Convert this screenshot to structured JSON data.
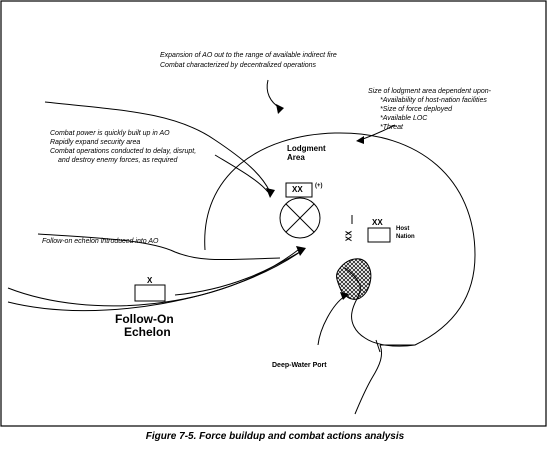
{
  "annotations": {
    "expansion": [
      "Expansion of AO out to the range of available indirect fire",
      "Combat characterized by decentralized operations"
    ],
    "size_lodgment": "Size of lodgment area dependent upon-",
    "size_items": [
      "*Availability of host-nation facilities",
      "*Size of force deployed",
      "*Available LOC",
      "*Threat"
    ],
    "combat_power": [
      "Combat power is quickly built up in AO",
      "Rapidly expand security area",
      "Combat operations conducted to delay, disrupt,",
      "and destroy enemy forces, as required"
    ],
    "follow_on_intro": "Follow-on echelon introduced into AO"
  },
  "labels": {
    "lodgment_area": [
      "Lodgment",
      "Area"
    ],
    "follow_on_echelon": [
      "Follow-On",
      "Echelon"
    ],
    "deep_water_port": "Deep-Water Port",
    "host_nation": [
      "Host",
      "Nation"
    ]
  },
  "symbols": {
    "division_echelon": "XX",
    "division_plus": "(+)",
    "brigade_echelon": "X",
    "host_nation_echelon": "XX",
    "vertical_echelon": "XX"
  },
  "caption": "Figure 7-5.  Force buildup and combat actions analysis"
}
